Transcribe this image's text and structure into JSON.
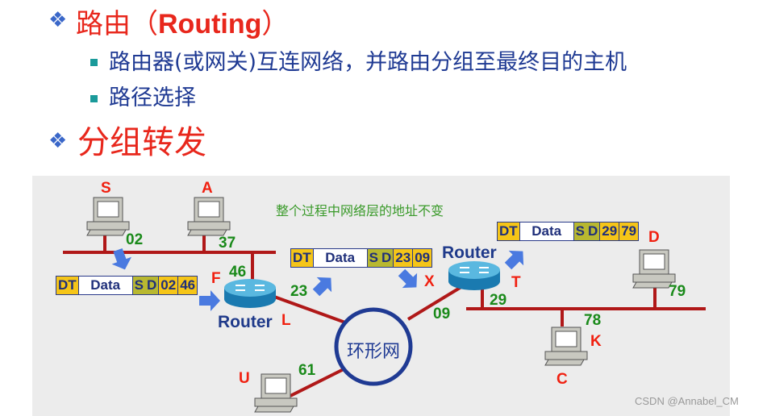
{
  "heading1": {
    "icon": "diamond-bullet-icon",
    "prefix": "路由（",
    "bold": "Routing",
    "suffix": "）"
  },
  "bullets": [
    "路由器(或网关)互连网络，并路由分组至最终目的主机",
    "路径选择"
  ],
  "heading2": {
    "icon": "diamond-bullet-icon",
    "text": "分组转发"
  },
  "diagram": {
    "note": "整个过程中网络层的地址不变",
    "hosts": {
      "S": "S",
      "A": "A",
      "U": "U",
      "D": "D",
      "C": "C"
    },
    "addresses": {
      "s": "02",
      "a": "37",
      "f": "46",
      "l": "23",
      "u": "61",
      "x": "09",
      "t": "29",
      "d": "79",
      "k": "78"
    },
    "iface": {
      "F": "F",
      "L": "L",
      "X": "X",
      "T": "T",
      "K": "K"
    },
    "router_label": "Router",
    "ring_label": "环形网",
    "packets": [
      {
        "dt": "DT",
        "data": "Data",
        "s": "S",
        "d": "D",
        "src": "02",
        "dst": "46"
      },
      {
        "dt": "DT",
        "data": "Data",
        "s": "S",
        "d": "D",
        "src": "23",
        "dst": "09"
      },
      {
        "dt": "DT",
        "data": "Data",
        "s": "S",
        "d": "D",
        "src": "29",
        "dst": "79"
      }
    ],
    "colors": {
      "link": "#b01818",
      "ring": "#1f3a93",
      "label_red": "#f02010",
      "label_green": "#1a8a1a",
      "arrow": "#4a7ae0"
    }
  },
  "watermark": "CSDN @Annabel_CM"
}
